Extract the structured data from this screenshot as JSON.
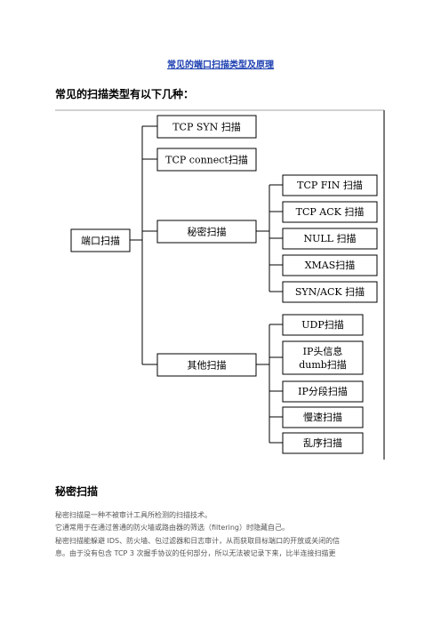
{
  "document": {
    "title": "常见的端口扫描类型及原理",
    "intro": "常见的扫描类型有以下几种：",
    "diagram": {
      "root": "端口扫描",
      "level1": [
        "TCP SYN 扫描",
        "TCP connect扫描",
        "秘密扫描",
        "其他扫描"
      ],
      "secret_children": [
        "TCP FIN 扫描",
        "TCP ACK 扫描",
        "NULL 扫描",
        "XMAS扫描",
        "SYN/ACK 扫描"
      ],
      "other_children": [
        "UDP扫描",
        "IP头信息",
        "dumb扫描",
        "IP分段扫描",
        "慢速扫描",
        "乱序扫描"
      ]
    },
    "section_heading": "秘密扫描",
    "paragraphs": [
      "秘密扫描是一种不被审计工具所检测的扫描技术。",
      "它通常用于在通过普通的防火墙或路由器的筛选（filtering）时隐藏自己。",
      "秘密扫描能躲避 IDS、防火墙、包过滤器和日志审计，从而获取目标端口的开放或关闭的信",
      "息。由于没有包含 TCP 3 次握手协议的任何部分，所以无法被记录下来，比半连接扫描更"
    ]
  }
}
